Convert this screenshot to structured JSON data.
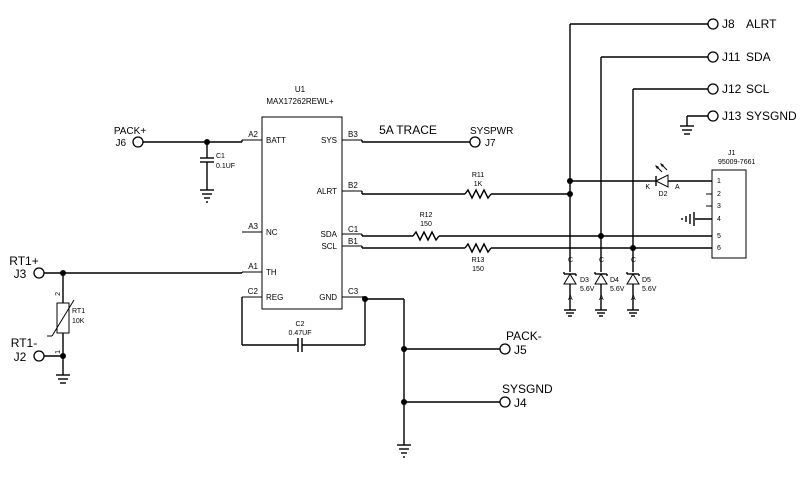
{
  "u1": {
    "refdes": "U1",
    "part": "MAX17262REWL+",
    "pins_left": [
      {
        "num": "A2",
        "name": "BATT"
      },
      {
        "num": "A3",
        "name": "NC"
      },
      {
        "num": "A1",
        "name": "TH"
      },
      {
        "num": "C2",
        "name": "REG"
      }
    ],
    "pins_right": [
      {
        "num": "B3",
        "name": "SYS"
      },
      {
        "num": "B2",
        "name": "ALRT"
      },
      {
        "num": "C1",
        "name": "SDA"
      },
      {
        "num": "B1",
        "name": "SCL"
      },
      {
        "num": "C3",
        "name": "GND"
      }
    ]
  },
  "c1": {
    "refdes": "C1",
    "value": "0.1UF"
  },
  "c2": {
    "refdes": "C2",
    "value": "0.47UF"
  },
  "rt1": {
    "refdes": "RT1",
    "value": "10K",
    "pin2": "2",
    "pin1": "1"
  },
  "r11": {
    "refdes": "R11",
    "value": "1K"
  },
  "r12": {
    "refdes": "R12",
    "value": "150"
  },
  "r13": {
    "refdes": "R13",
    "value": "150"
  },
  "trace_label": "5A TRACE",
  "connectors": {
    "j6": {
      "net": "PACK+",
      "ref": "J6"
    },
    "j3": {
      "net": "RT1+",
      "ref": "J3"
    },
    "j2": {
      "net": "RT1-",
      "ref": "J2"
    },
    "j7": {
      "net": "SYSPWR",
      "ref": "J7"
    },
    "j5": {
      "net": "PACK-",
      "ref": "J5"
    },
    "j4": {
      "net": "SYSGND",
      "ref": "J4"
    },
    "j8": {
      "net": "ALRT",
      "ref": "J8"
    },
    "j11": {
      "net": "SDA",
      "ref": "J11"
    },
    "j12": {
      "net": "SCL",
      "ref": "J12"
    },
    "j13": {
      "net": "SYSGND",
      "ref": "J13"
    }
  },
  "j1": {
    "refdes": "J1",
    "part": "95009-7661",
    "pins": [
      "1",
      "2",
      "3",
      "4",
      "5",
      "6"
    ]
  },
  "d2": {
    "refdes": "D2",
    "k": "K",
    "a": "A"
  },
  "diodes": [
    {
      "refdes": "D3",
      "value": "5.6V",
      "c": "C",
      "a": "A"
    },
    {
      "refdes": "D4",
      "value": "5.6V",
      "c": "C",
      "a": "A"
    },
    {
      "refdes": "D5",
      "value": "5.6V",
      "c": "C",
      "a": "A"
    }
  ]
}
